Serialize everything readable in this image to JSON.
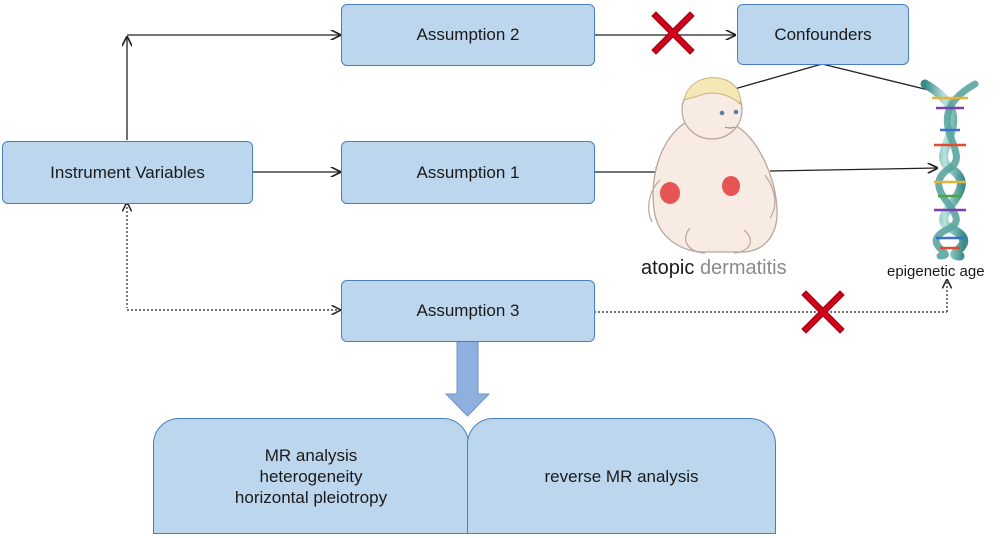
{
  "instrument": {
    "label": "Instrument Variables"
  },
  "assumptions": {
    "a1": "Assumption 1",
    "a2": "Assumption 2",
    "a3": "Assumption 3"
  },
  "confounders": {
    "label": "Confounders"
  },
  "exposure": {
    "word1": "atopic",
    "word2": "dermatitis",
    "word2_color": "#8a8a8a"
  },
  "outcome": {
    "label": "epigenetic age"
  },
  "results": {
    "left_lines": [
      "MR analysis",
      "heterogeneity",
      "horizontal pleiotropy"
    ],
    "right": "reverse MR analysis"
  },
  "colors": {
    "box_fill": "#bcd6ee",
    "box_border": "#4a7fbf",
    "cross": "#d0021b",
    "down_arrow": "#8fb0de"
  }
}
